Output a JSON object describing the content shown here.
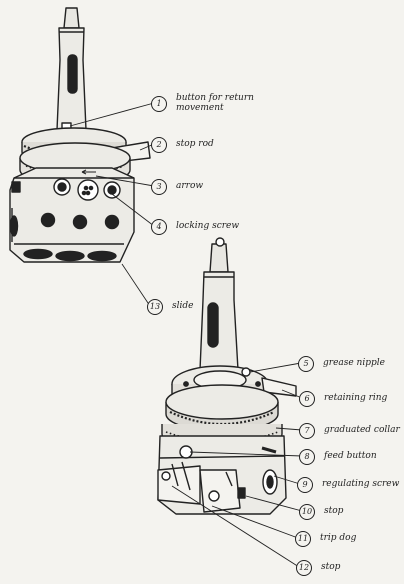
{
  "callouts": [
    {
      "number": "1",
      "label": "button for return movement"
    },
    {
      "number": "2",
      "label": "stop rod"
    },
    {
      "number": "3",
      "label": "arrow"
    },
    {
      "number": "4",
      "label": "locking screw"
    },
    {
      "number": "13",
      "label": "slide"
    },
    {
      "number": "5",
      "label": "grease nipple"
    },
    {
      "number": "6",
      "label": "retaining ring"
    },
    {
      "number": "7",
      "label": "graduated collar"
    },
    {
      "number": "8",
      "label": "feed button"
    },
    {
      "number": "9",
      "label": "regulating screw"
    },
    {
      "number": "10",
      "label": "stop"
    },
    {
      "number": "11",
      "label": "trip dog"
    },
    {
      "number": "12",
      "label": "stop"
    }
  ]
}
